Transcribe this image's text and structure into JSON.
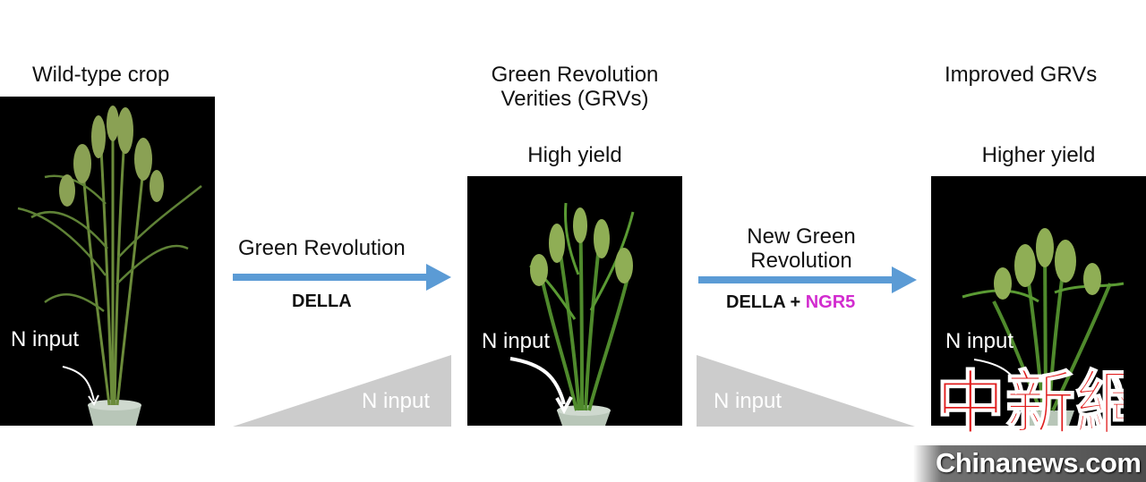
{
  "stages": {
    "wild": {
      "title": "Wild-type crop",
      "n_input": "N input"
    },
    "grv": {
      "title_line1": "Green Revolution",
      "title_line2": "Verities (GRVs)",
      "yield": "High yield",
      "n_input": "N input"
    },
    "improved": {
      "title": "Improved GRVs",
      "yield": "Higher yield",
      "n_input": "N input"
    }
  },
  "transitions": {
    "first": {
      "label": "Green Revolution",
      "gene": "DELLA",
      "wedge_label": "N input"
    },
    "second": {
      "label_line1": "New Green",
      "label_line2": "Revolution",
      "gene1": "DELLA",
      "plus": "+",
      "gene2": "NGR5",
      "wedge_label": "N input"
    }
  },
  "watermark": {
    "site": "Chinanews.com",
    "logo": "中新網"
  },
  "colors": {
    "arrow": "#5b9bd5",
    "wedge": "#cccccc",
    "ngr5": "#d22ccf",
    "panel": "#000000"
  }
}
